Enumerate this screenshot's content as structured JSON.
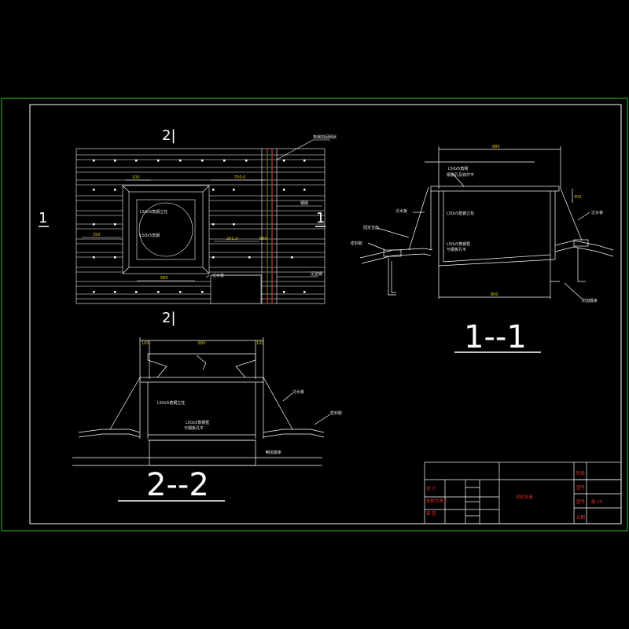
{
  "colors": {
    "background": "#000000",
    "frame": "#2fbf2f",
    "line": "#ffffff",
    "label": "#e8e8e8",
    "dimension": "#d8c800",
    "cut": "#e03030",
    "titleblock": "#e03030"
  },
  "plan": {
    "section_mark_top": "2|",
    "section_mark_bottom": "2|",
    "section_mark_left": "1",
    "section_mark_right": "1",
    "label_top_right": "角钢加固网状",
    "label_right": "钢檩",
    "label_lower_right": "压型钢",
    "label_bottom": "泛水板",
    "label_inner_top": "L50x5角钢立柱",
    "label_inner_mid": "L50x5角钢",
    "dim_top_left": "100",
    "dim_top_right": "750.0",
    "dim_left": "350",
    "dim_bottom": "680",
    "dim_right_a": "201.3",
    "dim_right_b": "800"
  },
  "section_1_1": {
    "title": "1--1",
    "dim_top": "880",
    "dim_bottom": "800",
    "dim_right": "300",
    "label_top": "L50x5角钢",
    "label_top2": "钢板孔及铁件平",
    "label_left_a": "泛水板",
    "label_left_b": "固定支座",
    "label_left_c": "密封胶",
    "label_center": "L50x5角钢立柱",
    "label_center2": "L50x5角钢框",
    "label_center3": "与钢板孔平",
    "label_right": "泛水板",
    "label_bottom": "附加檩条"
  },
  "section_2_2": {
    "title": "2--2",
    "dim_left": "100",
    "dim_mid": "800",
    "dim_right": "100",
    "label_a": "L50x5角钢立柱",
    "label_b": "L50x5角钢框",
    "label_c": "与钢板孔平",
    "label_right_a": "泛水板",
    "label_right_b": "密封胶",
    "label_right_c": "附加檩条"
  },
  "titleblock": {
    "drawing_title": "风机支座",
    "rows": [
      "设 计",
      "校核负责人",
      "审 查"
    ],
    "right_labels": [
      "阶段",
      "图号",
      "图号",
      "日期"
    ],
    "drawing_no": "结-15"
  }
}
